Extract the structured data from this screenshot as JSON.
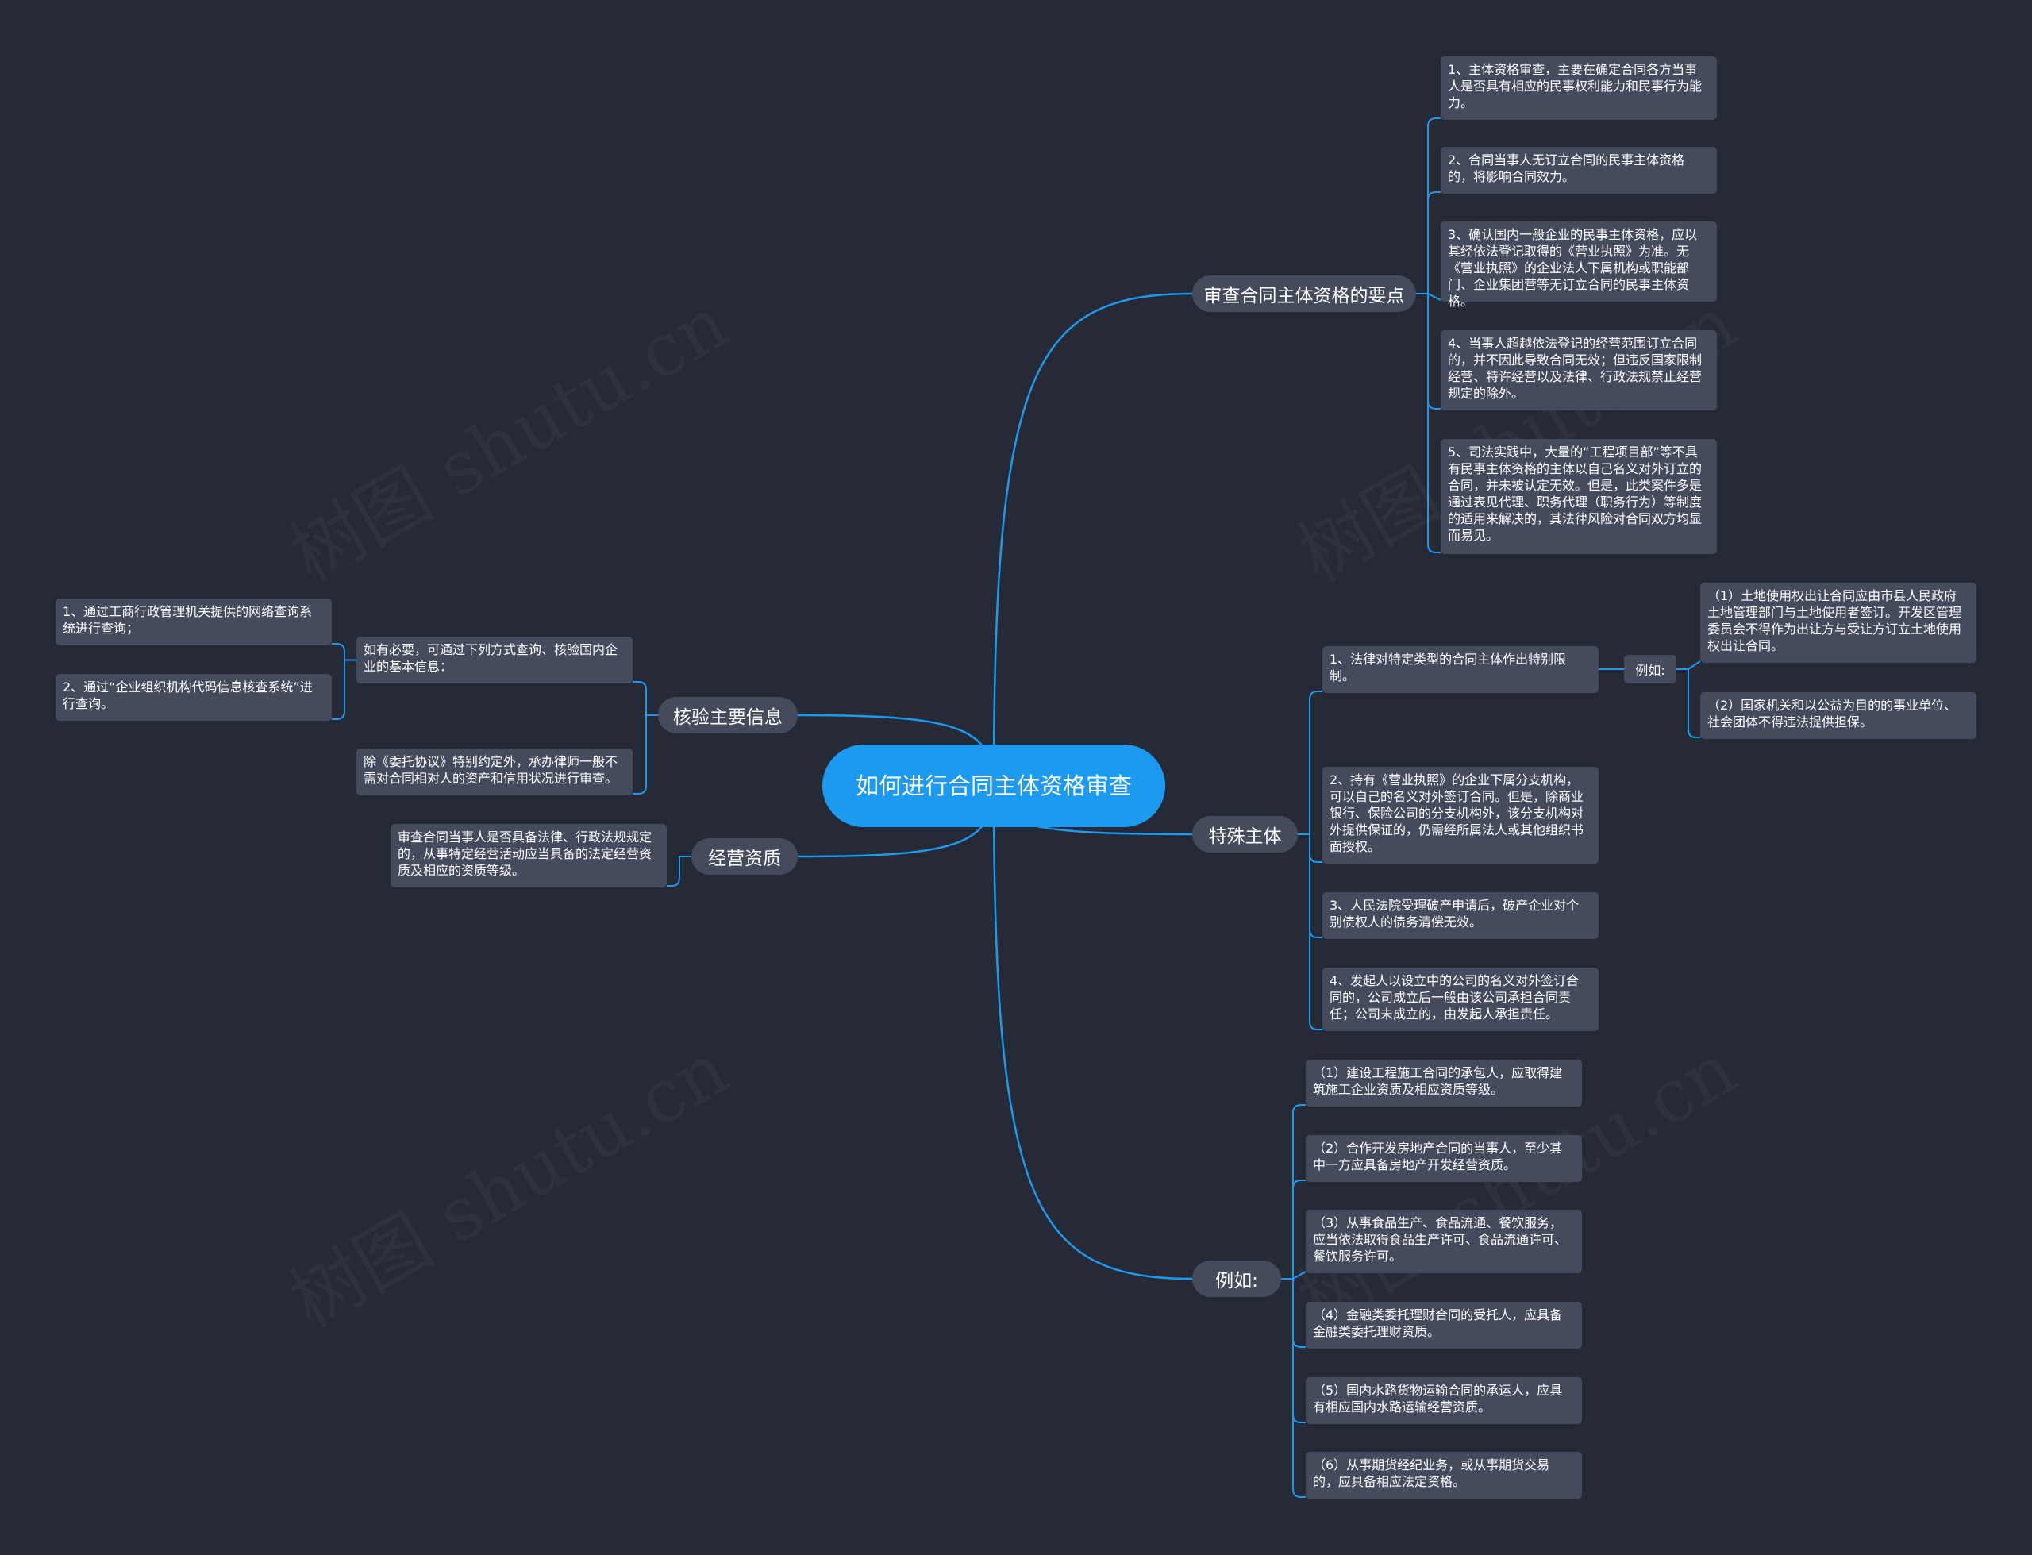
{
  "root": {
    "text": "如何进行合同主体资格审查"
  },
  "branches": {
    "b1": {
      "label": "审查合同主体资格的要点"
    },
    "b2": {
      "label": "特殊主体"
    },
    "b3": {
      "label": "例如:"
    },
    "b4": {
      "label": "核验主要信息"
    },
    "b5": {
      "label": "经营资质"
    }
  },
  "b1_items": [
    "1、主体资格审查，主要在确定合同各方当事人是否具有相应的民事权利能力和民事行为能力。",
    "2、合同当事人无订立合同的民事主体资格的，将影响合同效力。",
    "3、确认国内一般企业的民事主体资格，应以其经依法登记取得的《营业执照》为准。无《营业执照》的企业法人下属机构或职能部门、企业集团营等无订立合同的民事主体资格。",
    "4、当事人超越依法登记的经营范围订立合同的，并不因此导致合同无效；但违反国家限制经营、特许经营以及法律、行政法规禁止经营规定的除外。",
    "5、司法实践中，大量的“工程项目部”等不具有民事主体资格的主体以自己名义对外订立的合同，并未被认定无效。但是，此类案件多是通过表见代理、职务代理（职务行为）等制度的适用来解决的，其法律风险对合同双方均显而易见。"
  ],
  "b2_items": [
    "1、法律对特定类型的合同主体作出特别限制。",
    "2、持有《营业执照》的企业下属分支机构，可以自己的名义对外签订合同。但是，除商业银行、保险公司的分支机构外，该分支机构对外提供保证的，仍需经所属法人或其他组织书面授权。",
    "3、人民法院受理破产申请后，破产企业对个别债权人的债务清偿无效。",
    "4、发起人以设立中的公司的名义对外签订合同的，公司成立后一般由该公司承担合同责任；公司未成立的，由发起人承担责任。"
  ],
  "b2_example": {
    "label": "例如:",
    "items": [
      "（1）土地使用权出让合同应由市县人民政府土地管理部门与土地使用者签订。开发区管理委员会不得作为出让方与受让方订立土地使用权出让合同。",
      "（2）国家机关和以公益为目的的事业单位、社会团体不得违法提供担保。"
    ]
  },
  "b3_items": [
    "（1）建设工程施工合同的承包人，应取得建筑施工企业资质及相应资质等级。",
    "（2）合作开发房地产合同的当事人，至少其中一方应具备房地产开发经营资质。",
    "（3）从事食品生产、食品流通、餐饮服务，应当依法取得食品生产许可、食品流通许可、餐饮服务许可。",
    "（4）金融类委托理财合同的受托人，应具备金融类委托理财资质。",
    "（5）国内水路货物运输合同的承运人，应具有相应国内水路运输经营资质。",
    "（6）从事期货经纪业务，或从事期货交易的，应具备相应法定资格。"
  ],
  "b4_items": [
    "如有必要，可通过下列方式查询、核验国内企业的基本信息：",
    "除《委托协议》特别约定外，承办律师一般不需对合同相对人的资产和信用状况进行审查。"
  ],
  "b4_sub": [
    "1、通过工商行政管理机关提供的网络查询系统进行查询；",
    "2、通过“企业组织机构代码信息核查系统”进行查询。"
  ],
  "b5_items": [
    "审查合同当事人是否具备法律、行政法规规定的，从事特定经营活动应当具备的法定经营资质及相应的资质等级。"
  ],
  "colors": {
    "background": "#262a36",
    "root": "#1c9af0",
    "node": "#444b5c",
    "link": "#1c9af0"
  }
}
